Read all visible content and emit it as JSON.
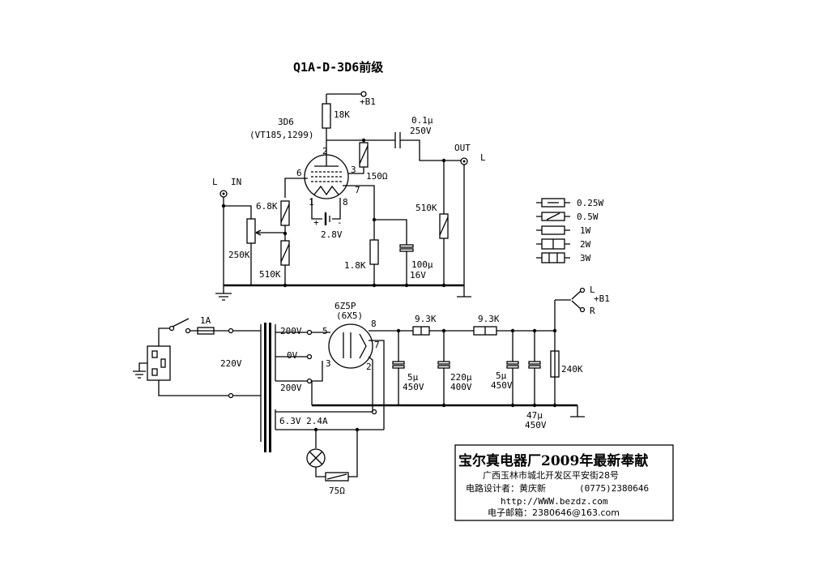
{
  "title": "Q1A-D-3D6前级",
  "tube_pre": {
    "name": "3D6",
    "alt": "(VT185,1299)",
    "pin_2": "2",
    "pin_3": "3",
    "pin_6": "6",
    "pin_7": "7",
    "pin_1": "1",
    "pin_8": "8"
  },
  "rectifier": {
    "name": "6Z5P",
    "alt": "(6X5)",
    "pin_5": "5",
    "pin_8": "8",
    "pin_3": "3",
    "pin_7": "7",
    "pin_2": "2"
  },
  "labels": {
    "b1_top": "+B1",
    "r_18k": "18K",
    "cap_coupling": "0.1μ",
    "cap_coupling_v": "250V",
    "out": "OUT",
    "out_l": "L",
    "r_150": "150Ω",
    "in_l": "L",
    "in": "IN",
    "r_6k8": "6.8K",
    "pot_250k": "250K",
    "r_510k_in": "510K",
    "r_510k_out": "510K",
    "fil_v": "2.8V",
    "r_1k8": "1.8K",
    "cap_100u": "100μ",
    "cap_100u_v": "16V",
    "fuse": "1A",
    "mains": "220V",
    "sec_200v_a": "200V",
    "sec_0v": "0V",
    "sec_200v_b": "200V",
    "sec_6v3": "6.3V 2.4A",
    "r_75": "75Ω",
    "r_9k3_a": "9.3K",
    "r_9k3_b": "9.3K",
    "cap_5u_a": "5μ",
    "cap_5u_a_v": "450V",
    "cap_220u": "220μ",
    "cap_220u_v": "400V",
    "cap_5u_b": "5μ",
    "cap_5u_b_v": "450V",
    "cap_47u": "47μ",
    "cap_47u_v": "450V",
    "r_240k": "240K",
    "b1_out": "+B1",
    "out_ch_l": "L",
    "out_ch_r": "R"
  },
  "legend": [
    {
      "label": "0.25W"
    },
    {
      "label": "0.5W"
    },
    {
      "label": "1W"
    },
    {
      "label": "2W"
    },
    {
      "label": "3W"
    }
  ],
  "infobox": {
    "company": "宝尔真电器厂2009年最新奉献",
    "address": "广西玉林市城北开发区平安街28号",
    "designer": "电路设计者：黄庆新",
    "phone": "(0775)2380646",
    "web": "http://WWW.bezdz.com",
    "email": "电子邮箱：2380646@163.com"
  }
}
